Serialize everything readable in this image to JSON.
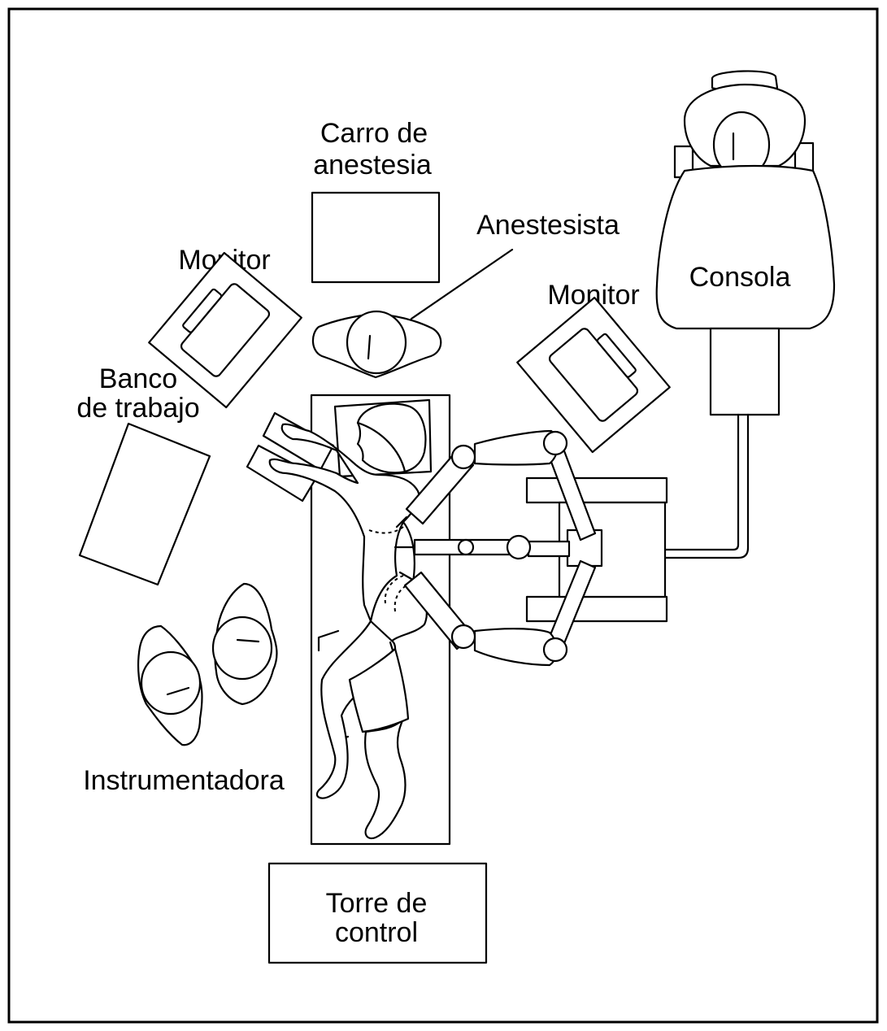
{
  "diagram": {
    "labels": {
      "carro_line1": "Carro de",
      "carro_line2": "anestesia",
      "anestesista": "Anestesista",
      "monitor_left": "Monitor",
      "monitor_right": "Monitor",
      "consola": "Consola",
      "banco_line1": "Banco",
      "banco_line2": "de trabajo",
      "instrumentadora": "Instrumentadora",
      "torre_line1": "Torre de",
      "torre_line2": "control"
    }
  }
}
